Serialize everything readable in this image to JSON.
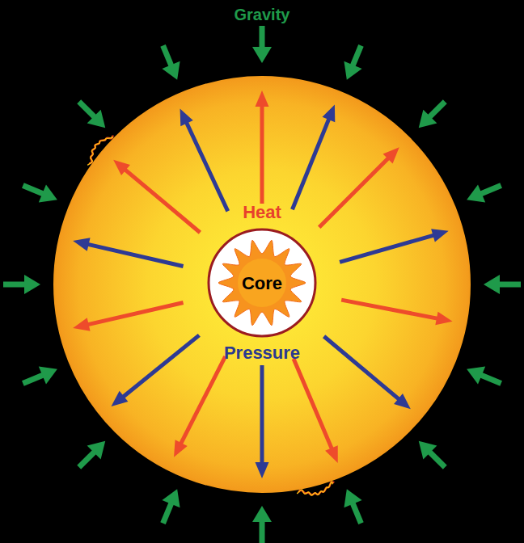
{
  "diagram": {
    "nodes": [
      {
        "text": [
          "Heat",
          "Pressure"
        ]
      },
      {
        "text": [
          "Core"
        ],
        "in": 0
      }
    ],
    "labels": [
      "Gravity"
    ]
  }
}
